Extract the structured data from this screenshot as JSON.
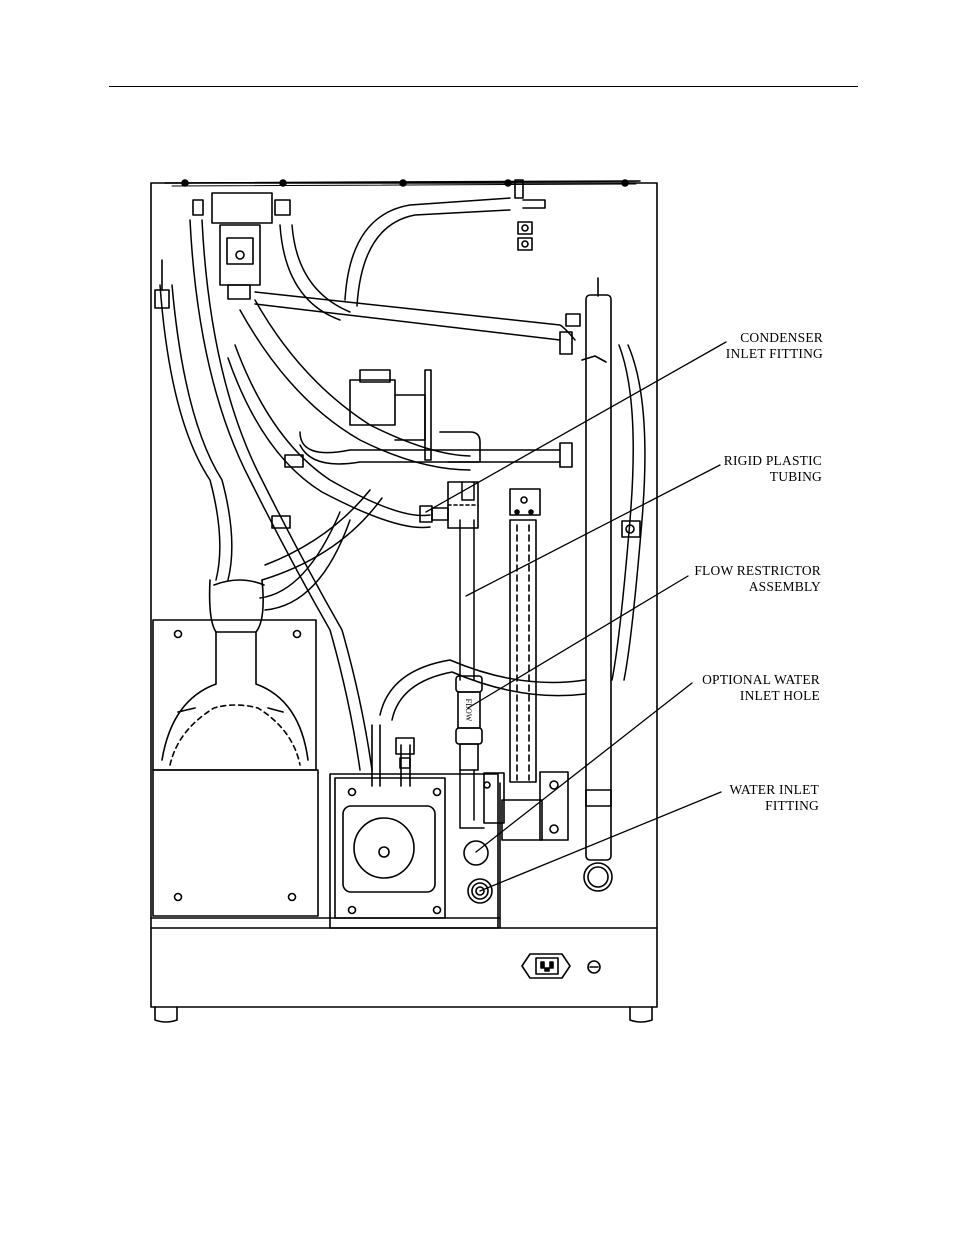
{
  "callouts": [
    {
      "id": "condenser-inlet-fitting",
      "line1": "CONDENSER",
      "line2": "INLET FITTING"
    },
    {
      "id": "rigid-plastic-tubing",
      "line1": "RIGID PLASTIC",
      "line2": "TUBING"
    },
    {
      "id": "flow-restrictor-assembly",
      "line1": "FLOW RESTRICTOR",
      "line2": "ASSEMBLY"
    },
    {
      "id": "optional-water-inlet-hole",
      "line1": "OPTIONAL WATER",
      "line2": "INLET HOLE"
    },
    {
      "id": "water-inlet-fitting",
      "line1": "WATER INLET",
      "line2": "FITTING"
    }
  ],
  "restrictor_marking": "FLOW"
}
